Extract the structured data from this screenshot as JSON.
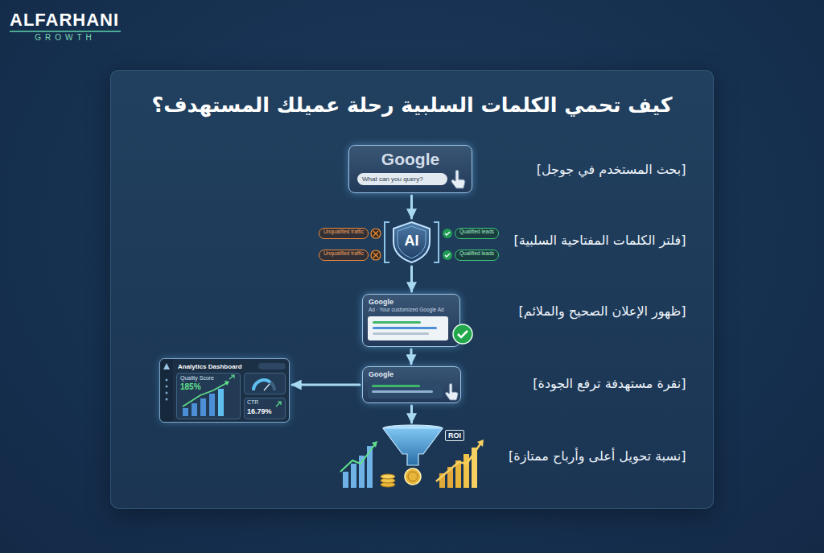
{
  "diagram": {
    "title": "كيف تحمي الكلمات السلبية رحلة عميلك المستهدف؟",
    "nodes": [
      {
        "text": [
          "Google",
          "What can you query?"
        ]
      },
      {
        "text": [
          "AI"
        ]
      },
      {
        "text": [
          "Google",
          "Ad · Your customized Google Ad"
        ]
      },
      {
        "text": [
          "Google"
        ]
      },
      {
        "text": [
          "Analytics Dashboard",
          "Quality Score",
          "185%",
          "CTR",
          "16.79%"
        ]
      },
      {
        "text": [
          "ROI"
        ]
      }
    ],
    "edges": [
      {
        "from": 0,
        "to": 1,
        "arrow": "to"
      },
      {
        "from": 1,
        "to": 2,
        "arrow": "to"
      },
      {
        "from": 2,
        "to": 3,
        "arrow": "to"
      },
      {
        "from": 3,
        "to": 4,
        "arrow": "to"
      },
      {
        "from": 3,
        "to": 5,
        "arrow": "to"
      }
    ],
    "labels": [
      "ALFARHANI",
      "GROWTH",
      "[بحث المستخدم في جوجل]",
      "[فلتر الكلمات المفتاحية السلبية]",
      "[ظهور الإعلان الصحيح والملائم]",
      "[نقرة مستهدفة ترفع الجودة]",
      "[نسبة تحويل أعلى وأرباح ممتازة]",
      "Unqualified traffic",
      "Unqualified traffic",
      "Qualified leads",
      "Qualified leads"
    ]
  }
}
